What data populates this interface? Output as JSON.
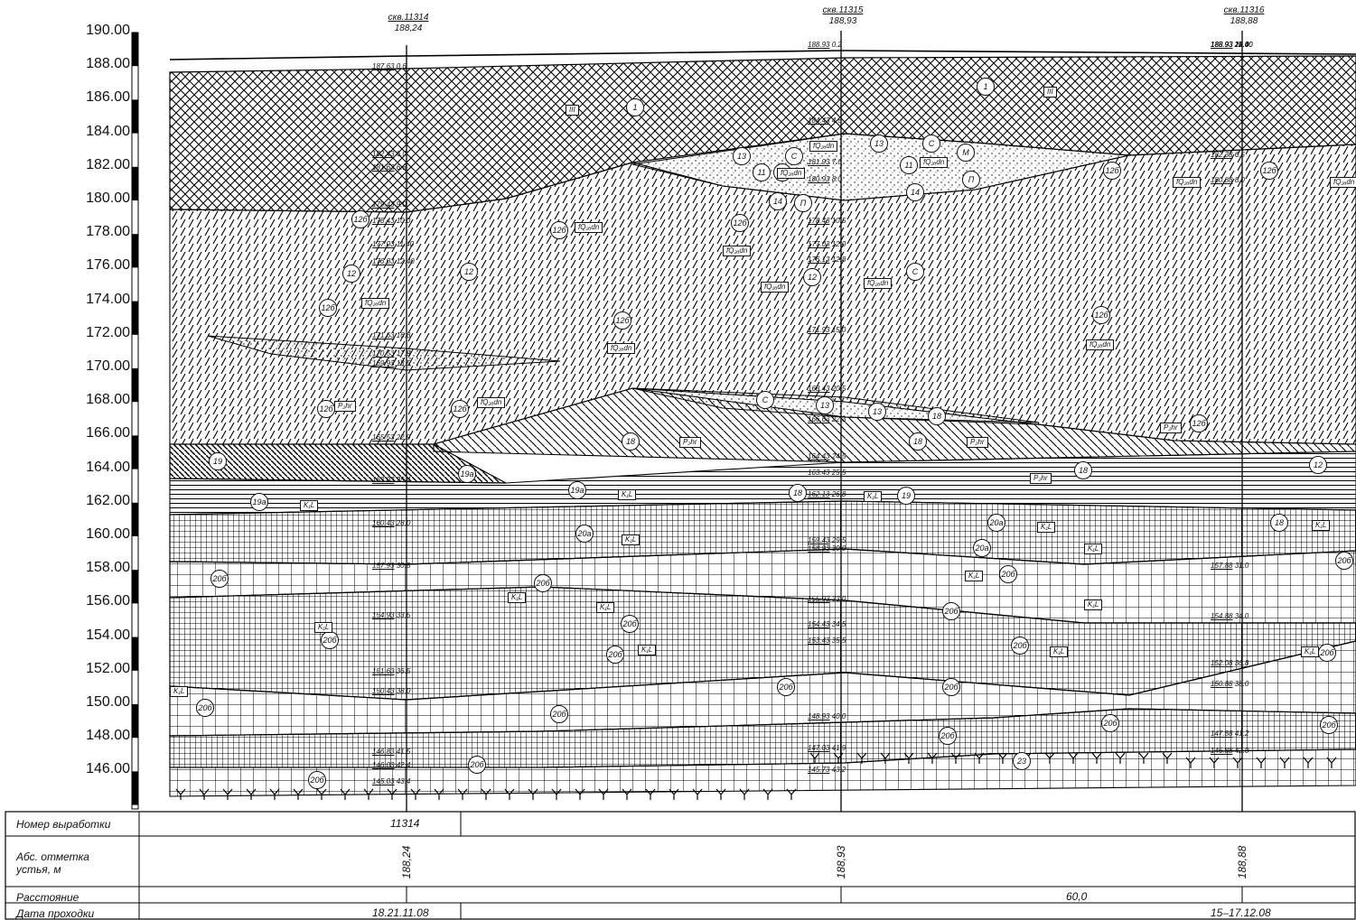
{
  "elevation_scale": {
    "labels": [
      "190.00",
      "188.00",
      "186.00",
      "184.00",
      "182.00",
      "180.00",
      "178.00",
      "176.00",
      "174.00",
      "172.00",
      "170.00",
      "168.00",
      "166.00",
      "164.00",
      "162.00",
      "160.00",
      "158.00",
      "156.00",
      "154.00",
      "152.00",
      "150.00",
      "148.00",
      "146.00"
    ]
  },
  "boreholes": [
    {
      "id": "skv1",
      "name": "скв.11314",
      "elevation": "188,24"
    },
    {
      "id": "skv2",
      "name": "скв.11315",
      "elevation": "188,93"
    },
    {
      "id": "skv3",
      "name": "скв.11316",
      "elevation": "188,88"
    }
  ],
  "log_labels": {
    "bh1": [
      {
        "abs": "187.63",
        "depth": "0.6"
      },
      {
        "abs": "182.43",
        "depth": "6.0"
      },
      {
        "abs": "181.63",
        "depth": "6.8"
      },
      {
        "abs": "179.43",
        "depth": "9.0"
      },
      {
        "abs": "178.43",
        "depth": "10.0"
      },
      {
        "abs": "177.03",
        "depth": "11.40"
      },
      {
        "abs": "176.03",
        "depth": "12.40"
      },
      {
        "abs": "171.63",
        "depth": "16.8"
      },
      {
        "abs": "170.53",
        "depth": "17.9"
      },
      {
        "abs": "169.93",
        "depth": "18.5"
      },
      {
        "abs": "165.53",
        "depth": "22.9"
      },
      {
        "abs": "163.03",
        "depth": "25.4"
      },
      {
        "abs": "160.43",
        "depth": "28.0"
      },
      {
        "abs": "157.93",
        "depth": "30.5"
      },
      {
        "abs": "154.93",
        "depth": "33.5"
      },
      {
        "abs": "151.63",
        "depth": "36.5"
      },
      {
        "abs": "150.43",
        "depth": "38.0"
      },
      {
        "abs": "146.83",
        "depth": "41.5"
      },
      {
        "abs": "146.03",
        "depth": "42.4"
      },
      {
        "abs": "145.03",
        "depth": "43.4"
      }
    ],
    "bh2": [
      {
        "abs": "188.93",
        "depth": "0.2"
      },
      {
        "abs": "184.43",
        "depth": "4.5"
      },
      {
        "abs": "181.93",
        "depth": "7.0"
      },
      {
        "abs": "180.93",
        "depth": "8.0"
      },
      {
        "abs": "178.43",
        "depth": "10.5"
      },
      {
        "abs": "177.03",
        "depth": "12.0"
      },
      {
        "abs": "176.13",
        "depth": "12.8"
      },
      {
        "abs": "171.93",
        "depth": "15.0"
      },
      {
        "abs": "168.43",
        "depth": "20.5"
      },
      {
        "abs": "166.63",
        "depth": "22.3"
      },
      {
        "abs": "164.43",
        "depth": "24.5"
      },
      {
        "abs": "163.43",
        "depth": "25.5"
      },
      {
        "abs": "162.13",
        "depth": "26.8"
      },
      {
        "abs": "159.43",
        "depth": "29.5"
      },
      {
        "abs": "158.93",
        "depth": "30.0"
      },
      {
        "abs": "155.93",
        "depth": "33.0"
      },
      {
        "abs": "154.43",
        "depth": "34.5"
      },
      {
        "abs": "153.43",
        "depth": "35.5"
      },
      {
        "abs": "148.93",
        "depth": "40.0"
      },
      {
        "abs": "147.03",
        "depth": "41.9"
      },
      {
        "abs": "145.73",
        "depth": "43.2"
      }
    ],
    "bh3": [
      {
        "abs": "182.38",
        "depth": "6.5"
      },
      {
        "abs": "180.88",
        "depth": "8.0"
      },
      {
        "abs": "188.93",
        "depth": "12.30"
      },
      {
        "abs": "188.93",
        "depth": "13.30"
      },
      {
        "abs": "188.93",
        "depth": "20.0"
      },
      {
        "abs": "188.93",
        "depth": "24.0"
      },
      {
        "abs": "188.93",
        "depth": "25.4"
      },
      {
        "abs": "188.93",
        "depth": "27.4"
      },
      {
        "abs": "157.88",
        "depth": "31.0"
      },
      {
        "abs": "154.88",
        "depth": "34.0"
      },
      {
        "abs": "152.08",
        "depth": "36.8"
      },
      {
        "abs": "150.88",
        "depth": "38.0"
      },
      {
        "abs": "147.88",
        "depth": "41.2"
      },
      {
        "abs": "146.88",
        "depth": "42.0"
      }
    ]
  },
  "layer_circles": [
    "1",
    "1",
    "13",
    "13",
    "С",
    "С",
    "М",
    "М",
    "П",
    "П",
    "11",
    "11",
    "14",
    "14",
    "12б",
    "12б",
    "12б",
    "12б",
    "12б",
    "12б",
    "12б",
    "12б",
    "12б",
    "12б",
    "12б",
    "12",
    "12",
    "12",
    "12",
    "С",
    "С",
    "13",
    "13",
    "18",
    "18",
    "18",
    "18",
    "19",
    "19",
    "19а",
    "19а",
    "19а",
    "18",
    "18",
    "20а",
    "20а",
    "20а",
    "20б",
    "20б",
    "20б",
    "20б",
    "20б",
    "20б",
    "20б",
    "20б",
    "20б",
    "20б",
    "20б",
    "20б",
    "20б",
    "20б",
    "20б",
    "20б",
    "20б",
    "20б",
    "20б",
    "23"
  ],
  "box_labels": [
    "III",
    "III",
    "fQ₂ₐdn",
    "fQ₂ₐdn",
    "fQ₂ₐdn",
    "fQ₂ₐdn",
    "fQ₂ₐdn",
    "fQ₂ₐdn",
    "fQ₂ₐdn",
    "fQ₂ₐdn",
    "fQ₂ₐdn",
    "fQ₂ₐdn",
    "fQ₂ₐdn",
    "fQ₂ₐdn",
    "fQ₂ₐdn",
    "P₂hr",
    "P₂hr",
    "P₂hr",
    "P₂hr",
    "P₂hr",
    "K₁L",
    "K₁L",
    "K₁L",
    "K₁L",
    "K₁L",
    "K₁L",
    "K₁L",
    "K₁L",
    "K₁L",
    "K₁L",
    "K₁L",
    "K₁L",
    "K₁L",
    "K₁L",
    "K₁L",
    "K₁L"
  ],
  "footer": {
    "row_names": [
      "Номер выработки",
      "Абс. отметка устья, м",
      "Расстояние",
      "Дата проходки"
    ],
    "bh_number": "11314",
    "elevations": [
      "188,24",
      "188,93",
      "188,88"
    ],
    "distance": "60,0",
    "dates": [
      "18.21.11.08",
      "15–17.12.08"
    ]
  }
}
